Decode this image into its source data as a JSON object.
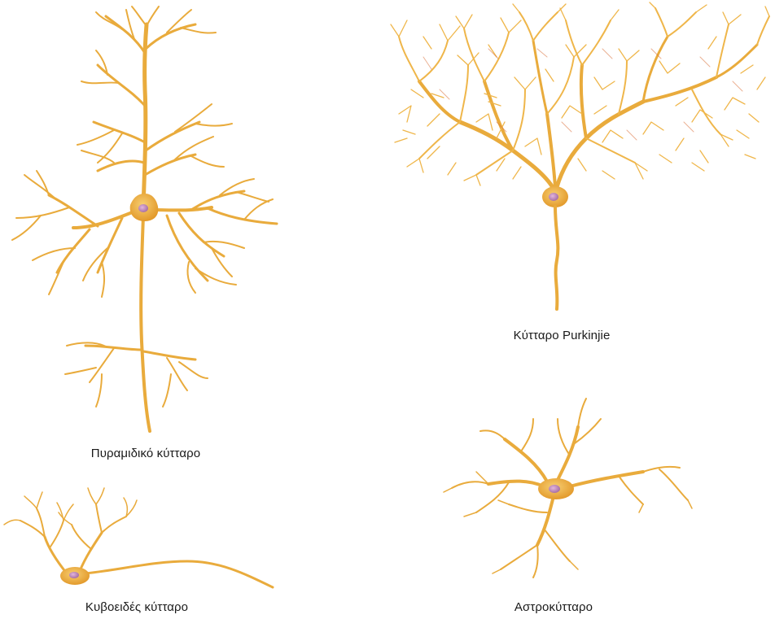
{
  "colors": {
    "process": "#e9ab3c",
    "process_light": "#f2c566",
    "soma": "#eaa233",
    "nucleus": "#c993c0",
    "text": "#1a1a1a",
    "background": "#ffffff"
  },
  "captions": {
    "pyramidal": "Πυραμιδικό κύτταρο",
    "purkinje": "Κύτταρο Purkinjie",
    "cuboid": "Κυβοειδές κύτταρο",
    "astrocyte": "Αστροκύτταρο"
  }
}
